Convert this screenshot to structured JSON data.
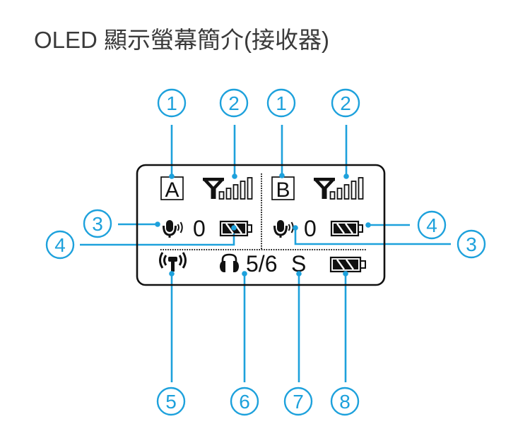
{
  "title": "OLED 顯示螢幕簡介(接收器)",
  "colors": {
    "callout": "#1da1dc",
    "display_ink": "#111111",
    "title": "#3a3a3a",
    "background": "#ffffff"
  },
  "callouts": [
    {
      "number": "1",
      "target": "channel-a-label"
    },
    {
      "number": "2",
      "target": "channel-a-signal"
    },
    {
      "number": "1",
      "target": "channel-b-label"
    },
    {
      "number": "2",
      "target": "channel-b-signal"
    },
    {
      "number": "3",
      "target": "channel-a-microphone"
    },
    {
      "number": "4",
      "target": "channel-a-battery"
    },
    {
      "number": "4",
      "target": "channel-b-battery"
    },
    {
      "number": "3",
      "target": "channel-b-microphone"
    },
    {
      "number": "5",
      "target": "status-broadcast"
    },
    {
      "number": "6",
      "target": "status-headphone"
    },
    {
      "number": "7",
      "target": "status-mode"
    },
    {
      "number": "8",
      "target": "status-battery"
    }
  ],
  "display": {
    "channels": [
      {
        "label": "A",
        "signal_icon": "antenna-icon",
        "signal_bars_total": 5,
        "mic_icon": "microphone-icon",
        "level": "0",
        "battery_icon": "battery-icon",
        "battery_fill": 1
      },
      {
        "label": "B",
        "signal_icon": "antenna-icon",
        "signal_bars_total": 5,
        "mic_icon": "microphone-icon",
        "level": "0",
        "battery_icon": "battery-icon",
        "battery_fill": 1
      }
    ],
    "status": {
      "transmit_icon": "broadcast-tower-icon",
      "headphone_icon": "headphone-icon",
      "headphone_value": "5/6",
      "mode": "S",
      "battery_icon": "battery-icon",
      "battery_fill": 1
    }
  }
}
